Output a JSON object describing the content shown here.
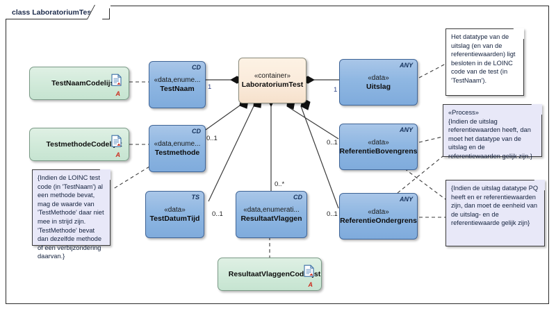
{
  "diagram": {
    "frame_label": "class LaboratoriumTest",
    "type": "uml-class-diagram"
  },
  "classes": [
    {
      "id": "testnaamcodelijst",
      "name": "TestNaamCodelijst",
      "stereotype": "",
      "corner": "",
      "kind": "codelist",
      "icon": "document-icon",
      "badge": "A"
    },
    {
      "id": "testmethodecodelijst",
      "name": "TestmethodeCodelijst",
      "stereotype": "",
      "corner": "",
      "kind": "codelist",
      "icon": "document-icon",
      "badge": "A"
    },
    {
      "id": "resultaatvlaggencodelijst",
      "name": "ResultaatVlaggenCodelijst",
      "stereotype": "",
      "corner": "",
      "kind": "codelist",
      "icon": "document-icon",
      "badge": "A"
    },
    {
      "id": "testnaam",
      "name": "TestNaam",
      "stereotype": "«data,enume...",
      "corner": "CD",
      "kind": "data"
    },
    {
      "id": "testmethode",
      "name": "Testmethode",
      "stereotype": "«data,enume...",
      "corner": "CD",
      "kind": "data"
    },
    {
      "id": "testdatumtijd",
      "name": "TestDatumTijd",
      "stereotype": "«data»",
      "corner": "TS",
      "kind": "data"
    },
    {
      "id": "resultaatvlaggen",
      "name": "ResultaatVlaggen",
      "stereotype": "«data,enumerati...",
      "corner": "CD",
      "kind": "data"
    },
    {
      "id": "laboratoriumtest",
      "name": "LaboratoriumTest",
      "stereotype": "«container»",
      "corner": "",
      "kind": "container"
    },
    {
      "id": "uitslag",
      "name": "Uitslag",
      "stereotype": "«data»",
      "corner": "ANY",
      "kind": "data"
    },
    {
      "id": "referentiebovengrens",
      "name": "ReferentieBovengrens",
      "stereotype": "«data»",
      "corner": "ANY",
      "kind": "data"
    },
    {
      "id": "referentieondergrens",
      "name": "ReferentieOndergrens",
      "stereotype": "«data»",
      "corner": "ANY",
      "kind": "data"
    }
  ],
  "multiplicities": [
    {
      "id": "m-testnaam",
      "label": "1"
    },
    {
      "id": "m-testmethode",
      "label": "0..1"
    },
    {
      "id": "m-uitslag",
      "label": "1"
    },
    {
      "id": "m-boven",
      "label": "0..1"
    },
    {
      "id": "m-onder",
      "label": "0..1"
    },
    {
      "id": "m-vlaggen",
      "label": "0..*"
    },
    {
      "id": "m-datumtijd",
      "label": "0..1"
    }
  ],
  "notes": [
    {
      "id": "note-datatype",
      "style": "white",
      "stereotype": "",
      "text": "Het datatype van de uitslag (en van de referentiewaarden) ligt besloten in de LOINC code van de test (in 'TestNaam')."
    },
    {
      "id": "note-process",
      "style": "lilac",
      "stereotype": "«Process»",
      "text": "{Indien de uitslag referentiewaarden heeft, dan moet het datatype van de uitslag en de referentiewaarden gelijk zijn.}"
    },
    {
      "id": "note-pq",
      "style": "lilac",
      "stereotype": "",
      "text": "{Indien de uitslag datatype PQ heeft en er referentiewaarden zijn, dan moet de eenheid van de uitslag- en de referentiewaarde gelijk zijn}"
    },
    {
      "id": "note-loinc",
      "style": "lilac",
      "stereotype": "",
      "text": "{Indien de LOINC test code (in 'TestNaam') al een methode bevat, mag de waarde van 'TestMethode' daar niet mee in strijd zijn. 'TestMethode' bevat dan dezelfde methode of een verbijzondering daarvan.}"
    }
  ],
  "colors": {
    "data_box": "#8fb7e2",
    "container_box": "#faeada",
    "codelist_box": "#cfe9d8",
    "note_lilac": "#e8e8f8",
    "line": "#3a3a3a",
    "badge_red": "#cc2b1d"
  }
}
